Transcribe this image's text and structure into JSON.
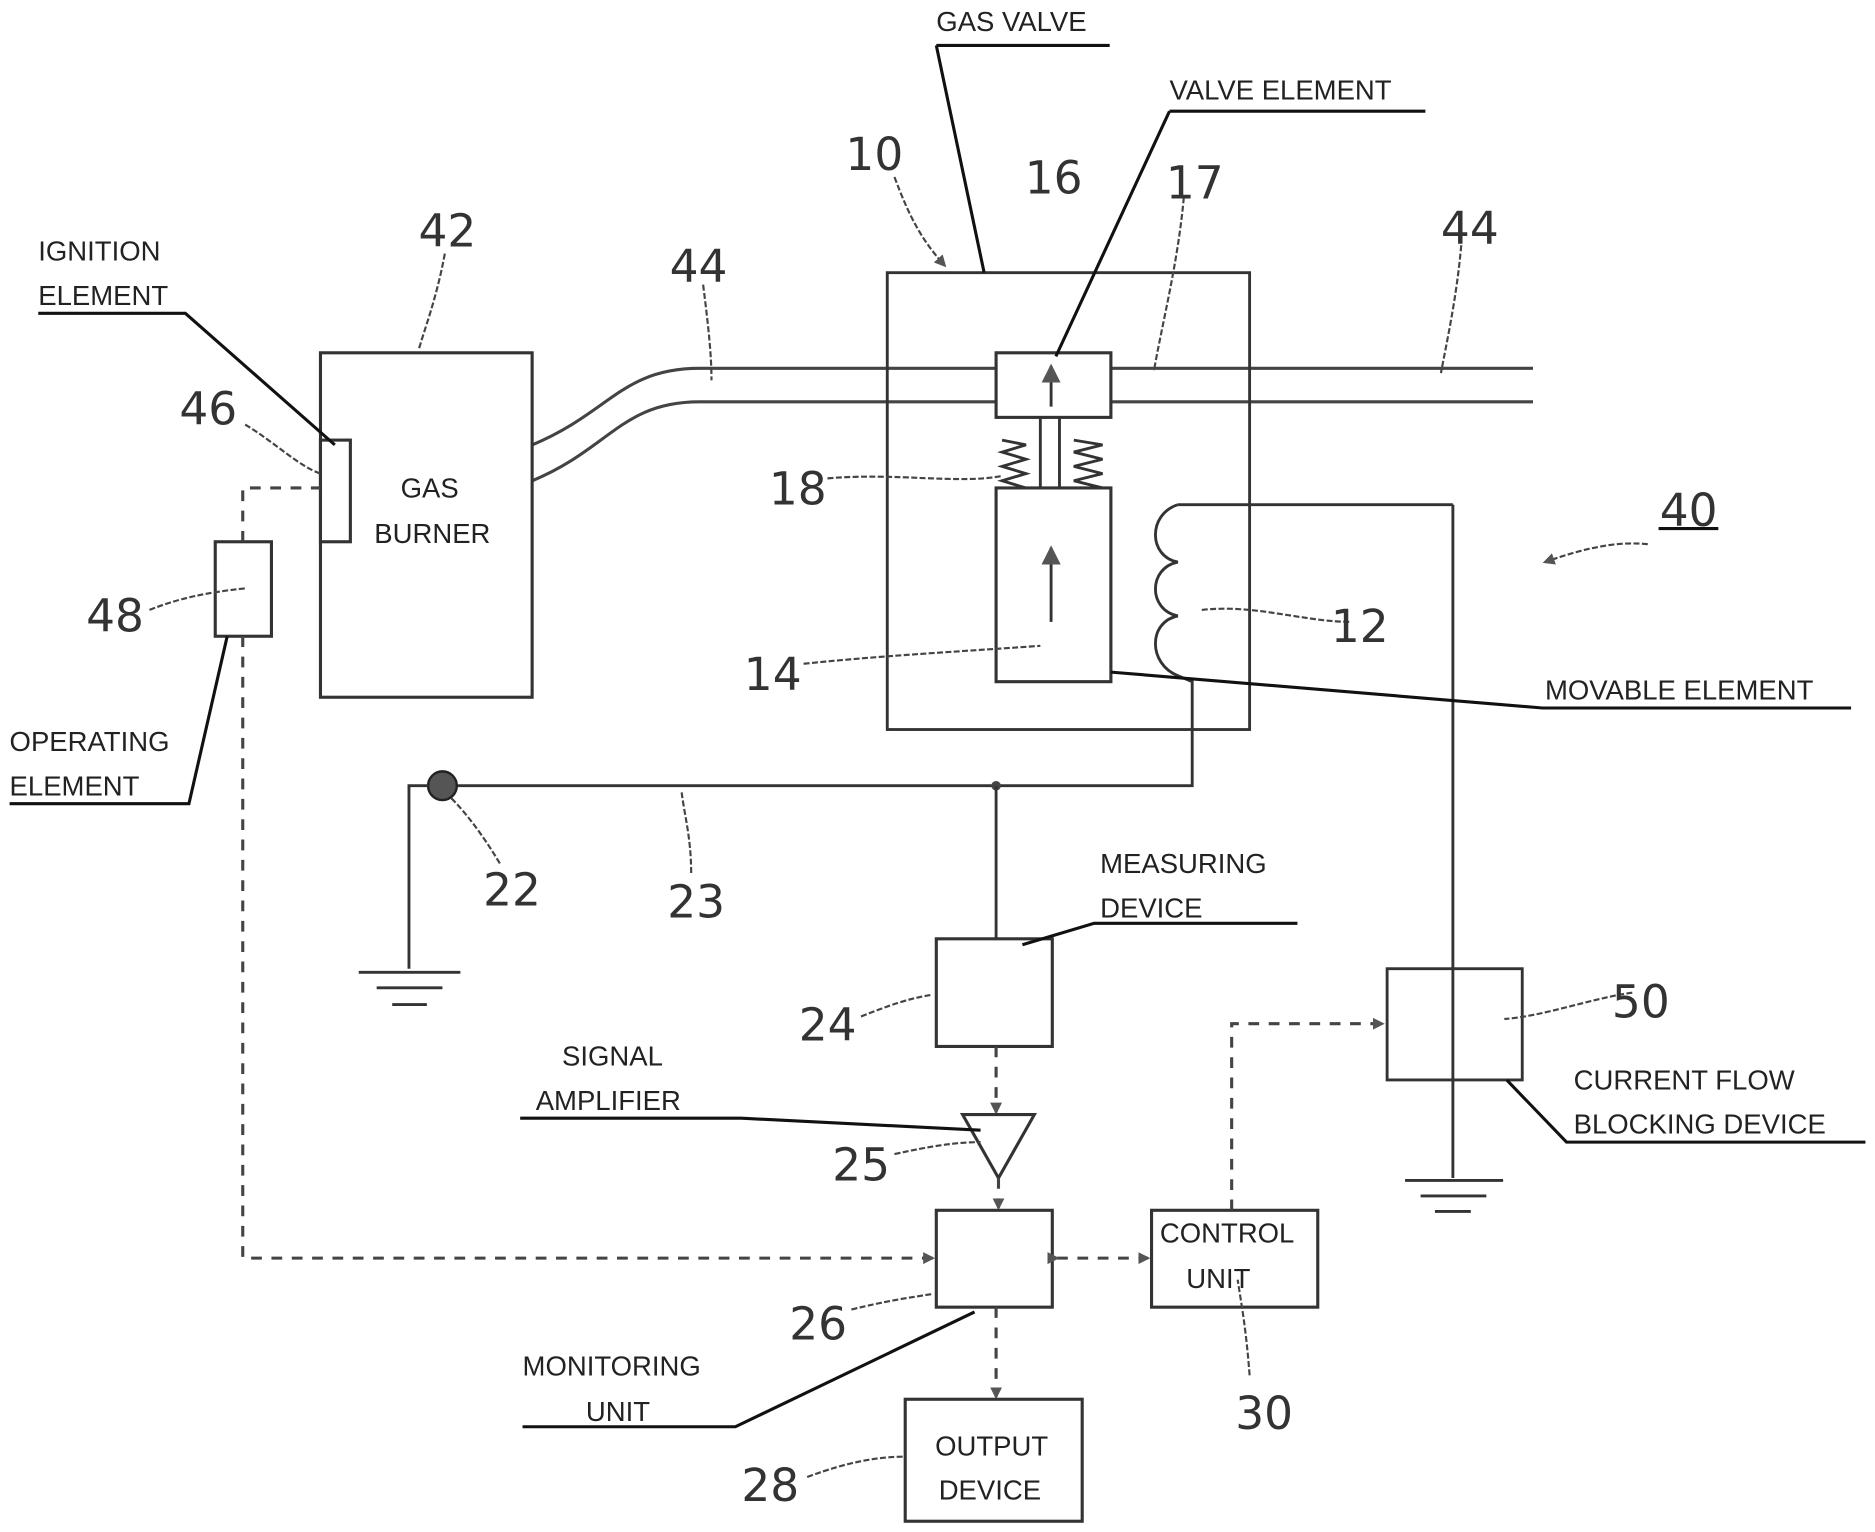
{
  "labels": {
    "gas_valve": "GAS VALVE",
    "valve_element": "VALVE ELEMENT",
    "ignition_element_1": "IGNITION",
    "ignition_element_2": "ELEMENT",
    "operating_element_1": "OPERATING",
    "operating_element_2": "ELEMENT",
    "gas_burner_1": "GAS",
    "gas_burner_2": "BURNER",
    "movable_element": "MOVABLE ELEMENT",
    "measuring_device_1": "MEASURING",
    "measuring_device_2": "DEVICE",
    "signal_amplifier_1": "SIGNAL",
    "signal_amplifier_2": "AMPLIFIER",
    "current_flow_1": "CURRENT FLOW",
    "current_flow_2": "BLOCKING DEVICE",
    "monitoring_unit_1": "MONITORING",
    "monitoring_unit_2": "UNIT",
    "control_unit_1": "CONTROL",
    "control_unit_2": "UNIT",
    "output_device_1": "OUTPUT",
    "output_device_2": "DEVICE"
  },
  "refs": {
    "r10": "10",
    "r12": "12",
    "r14": "14",
    "r16": "16",
    "r17": "17",
    "r18": "18",
    "r22": "22",
    "r23": "23",
    "r24": "24",
    "r25": "25",
    "r26": "26",
    "r28": "28",
    "r30": "30",
    "r40": "40",
    "r42": "42",
    "r44a": "44",
    "r44b": "44",
    "r46": "46",
    "r48": "48",
    "r50": "50"
  }
}
